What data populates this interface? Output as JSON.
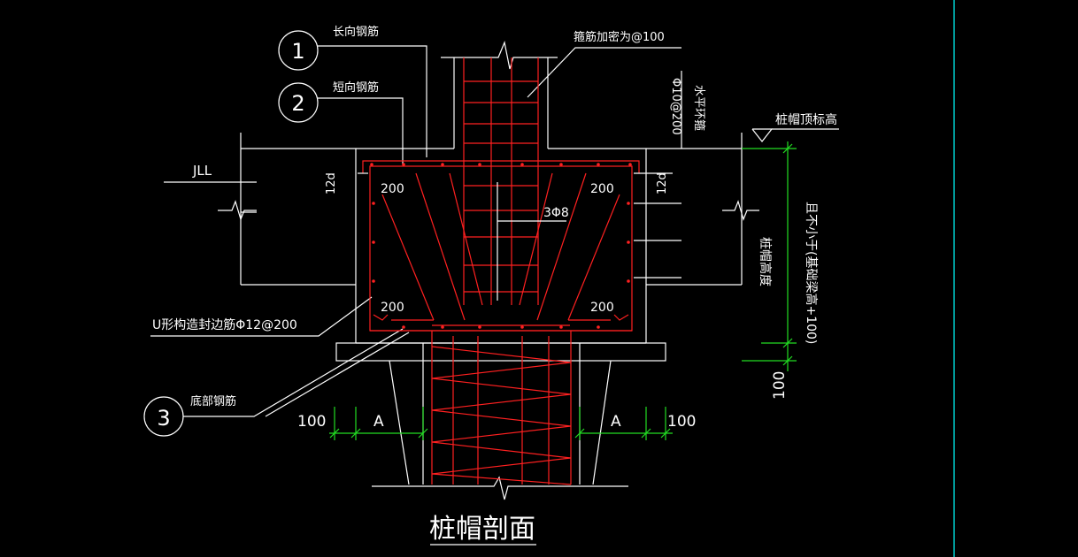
{
  "drawing": {
    "title": "桩帽剖面",
    "callouts": [
      {
        "number": "1",
        "label": "长向钢筋"
      },
      {
        "number": "2",
        "label": "短向钢筋"
      },
      {
        "number": "3",
        "label": "底部钢筋"
      }
    ],
    "labels": {
      "stirrup_dense": "箍筋加密为@100",
      "horizontal_bar": "Φ10@200",
      "horizontal_bar_note": "水平环箍",
      "cap_top_elevation": "桩帽顶标高",
      "beam": "JLL",
      "anchor_left": "12d",
      "anchor_right": "12d",
      "bars_3phi8": "3Φ8",
      "u_bar": "U形构造封边筋Φ12@200",
      "cap_height": "桩帽高度",
      "cap_height_note": "且不小于(基础梁高+100)",
      "dim_200_tl": "200",
      "dim_200_tr": "200",
      "dim_200_bl": "200",
      "dim_200_br": "200",
      "dim_100_left": "100",
      "dim_a_left": "A",
      "dim_a_right": "A",
      "dim_100_right": "100",
      "dim_100_vertical": "100"
    },
    "colors": {
      "background": "#000000",
      "outline": "#ffffff",
      "rebar": "#ff2020",
      "dimension": "#22dd22",
      "border": "#00cccc"
    }
  }
}
